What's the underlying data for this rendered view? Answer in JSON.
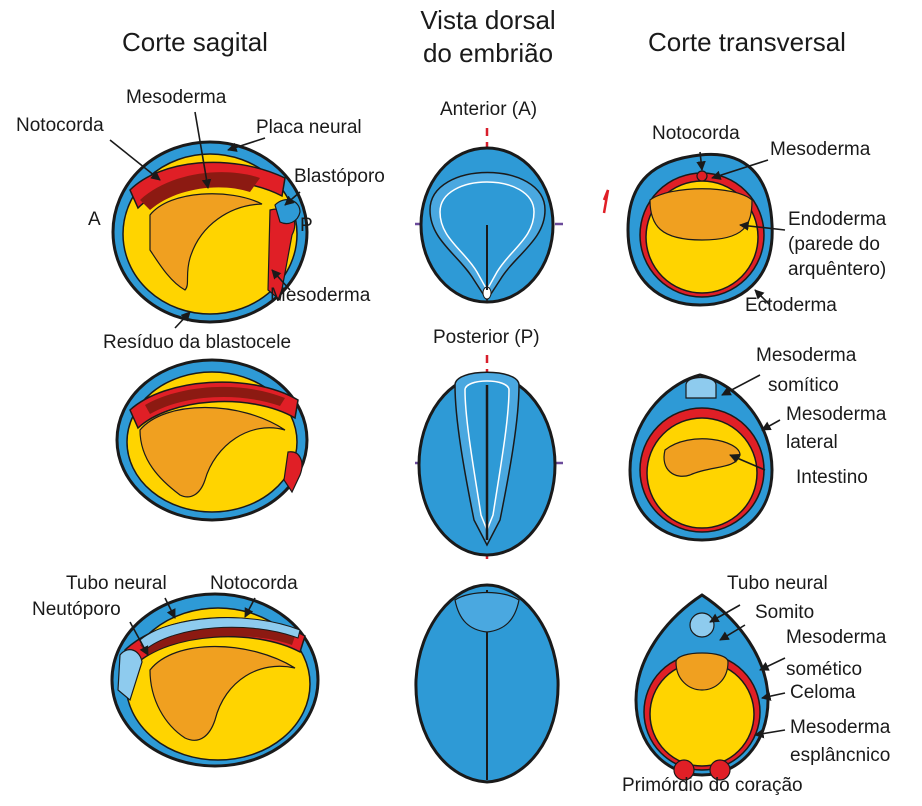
{
  "headers": {
    "sagittal": "Corte sagital",
    "dorsal_line1": "Vista dorsal",
    "dorsal_line2": "do embrião",
    "transverse": "Corte transversal"
  },
  "sagittal_labels": {
    "mesoderma_top": "Mesoderma",
    "notocorda": "Notocorda",
    "placa_neural": "Placa neural",
    "blastoporo": "Blastóporo",
    "a": "A",
    "p": "P",
    "mesoderma_bottom": "Mesoderma",
    "residuo": "Resíduo da blastocele",
    "tubo_neural": "Tubo neural",
    "notocorda_3": "Notocorda",
    "neutoporo": "Neutóporo"
  },
  "dorsal_labels": {
    "anterior": "Anterior (A)",
    "posterior": "Posterior (P)"
  },
  "transverse_labels": {
    "notocorda": "Notocorda",
    "mesoderma": "Mesoderma",
    "endoderma_1": "Endoderma",
    "endoderma_2": "(parede do",
    "endoderma_3": "arquêntero)",
    "ectoderma": "Ectoderma",
    "mesoderma_somitico_1": "Mesoderma",
    "mesoderma_somitico_2": "somítico",
    "mesoderma_lateral_1": "Mesoderma",
    "mesoderma_lateral_2": "lateral",
    "intestino": "Intestino",
    "tubo_neural": "Tubo neural",
    "somito": "Somito",
    "mesoderma_somatico_1": "Mesoderma",
    "mesoderma_somatico_2": "somético",
    "celoma": "Celoma",
    "mesoderma_esplancnico_1": "Mesoderma",
    "mesoderma_esplancnico_2": "esplâncnico",
    "primordio": "Primórdio do coração"
  },
  "colors": {
    "ectoderm_blue": "#2e9ad6",
    "mesoderm_red": "#e01f26",
    "dark_red": "#8c1a12",
    "yolk_yellow": "#ffd400",
    "endoderm_orange": "#f0a020",
    "outline": "#1a1a1a",
    "axis_red": "#d81e2b",
    "axis_purple": "#6b4a9b"
  }
}
